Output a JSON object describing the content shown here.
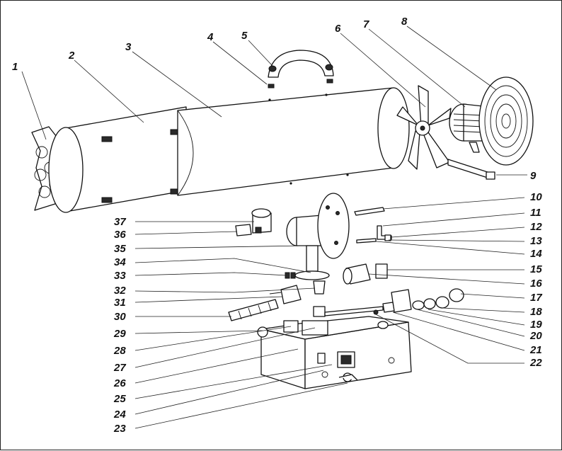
{
  "callouts": [
    {
      "label": "1"
    },
    {
      "label": "2"
    },
    {
      "label": "3"
    },
    {
      "label": "4"
    },
    {
      "label": "5"
    },
    {
      "label": "6"
    },
    {
      "label": "7"
    },
    {
      "label": "8"
    },
    {
      "label": "9"
    },
    {
      "label": "10"
    },
    {
      "label": "11"
    },
    {
      "label": "12"
    },
    {
      "label": "13"
    },
    {
      "label": "14"
    },
    {
      "label": "15"
    },
    {
      "label": "16"
    },
    {
      "label": "17"
    },
    {
      "label": "18"
    },
    {
      "label": "19"
    },
    {
      "label": "20"
    },
    {
      "label": "21"
    },
    {
      "label": "22"
    },
    {
      "label": "23"
    },
    {
      "label": "24"
    },
    {
      "label": "25"
    },
    {
      "label": "26"
    },
    {
      "label": "27"
    },
    {
      "label": "28"
    },
    {
      "label": "29"
    },
    {
      "label": "30"
    },
    {
      "label": "31"
    },
    {
      "label": "32"
    },
    {
      "label": "33"
    },
    {
      "label": "34"
    },
    {
      "label": "35"
    },
    {
      "label": "36"
    },
    {
      "label": "37"
    }
  ]
}
